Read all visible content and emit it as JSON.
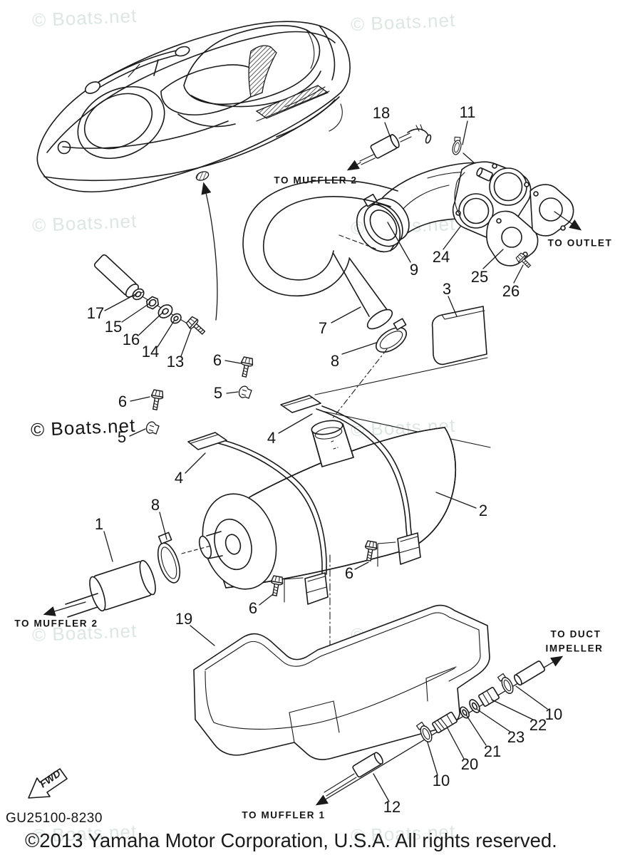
{
  "watermark_text": "© Boats.net",
  "fwd_arrow_label": "FWD",
  "footer": {
    "diagram_code": "GU25100-8230",
    "copyright": "©2013 Yamaha Motor Corporation, U.S.A. All rights reserved."
  },
  "direction_labels": [
    {
      "text": "TO MUFFLER 2"
    },
    {
      "text": "TO OUTLET"
    },
    {
      "text": "TO MUFFLER 2"
    },
    {
      "text": "TO DUCT"
    },
    {
      "text": "IMPELLER"
    },
    {
      "text": "TO MUFFLER 1"
    }
  ],
  "callouts": [
    {
      "n": "18"
    },
    {
      "n": "11"
    },
    {
      "n": "9"
    },
    {
      "n": "24"
    },
    {
      "n": "25"
    },
    {
      "n": "26"
    },
    {
      "n": "3"
    },
    {
      "n": "7"
    },
    {
      "n": "8"
    },
    {
      "n": "17"
    },
    {
      "n": "15"
    },
    {
      "n": "16"
    },
    {
      "n": "14"
    },
    {
      "n": "13"
    },
    {
      "n": "6"
    },
    {
      "n": "5"
    },
    {
      "n": "6"
    },
    {
      "n": "5"
    },
    {
      "n": "4"
    },
    {
      "n": "4"
    },
    {
      "n": "8"
    },
    {
      "n": "1"
    },
    {
      "n": "2"
    },
    {
      "n": "6"
    },
    {
      "n": "6"
    },
    {
      "n": "19"
    },
    {
      "n": "10"
    },
    {
      "n": "22"
    },
    {
      "n": "23"
    },
    {
      "n": "21"
    },
    {
      "n": "20"
    },
    {
      "n": "10"
    },
    {
      "n": "12"
    }
  ]
}
